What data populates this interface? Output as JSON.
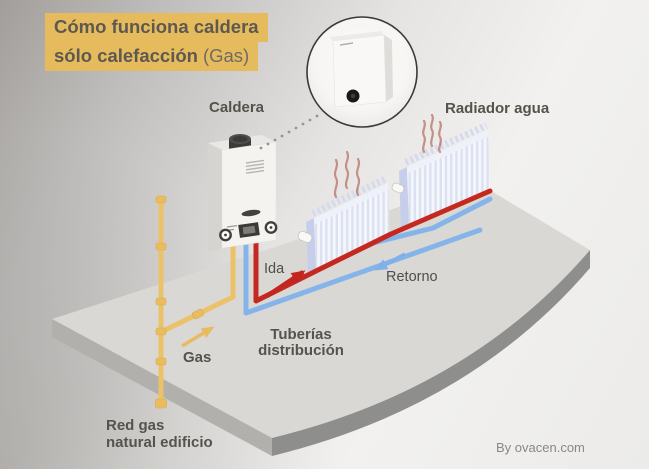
{
  "title": {
    "line1": "Cómo funciona caldera",
    "line2_main": "sólo calefacción",
    "line2_suffix": "(Gas)"
  },
  "labels": {
    "boiler": "Caldera",
    "radiator": "Radiador agua",
    "flow": "Ida",
    "return": "Retorno",
    "pipes_line1": "Tuberías",
    "pipes_line2": "distribución",
    "gas": "Gas",
    "gas_network_line1": "Red gas",
    "gas_network_line2": "natural edificio"
  },
  "credit": "By ovacen.com",
  "colors": {
    "title_highlight": "#e6bb5e",
    "title_text": "#5d5950",
    "label_text": "#56534c",
    "gas_pipe_yellow": "#ecc268",
    "flow_pipe_red": "#c5281e",
    "return_pipe_blue": "#84b4e9",
    "heat_wave_red": "#a5493c",
    "floor_top": "#d9d8d5",
    "floor_side_left": "#b1b0ad",
    "floor_side_right": "#8e8e8c",
    "radiator_fin_light": "#f4f6fb",
    "radiator_fin_shade": "#dbe1f1",
    "radiator_side": "#c7cee9",
    "boiler_body": "#f4f3f0",
    "credit_text": "#8b8883"
  }
}
